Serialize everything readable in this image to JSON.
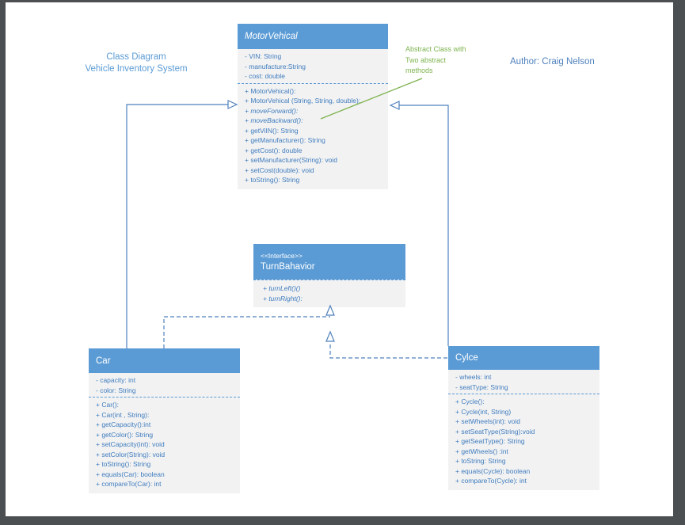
{
  "window": {
    "frame_color": "#4c4f52",
    "page_color": "#ffffff"
  },
  "colors": {
    "class_header_blue": "#5b9bd5",
    "class_body_gray": "#f2f2f2",
    "member_text_blue": "#3f7cbf",
    "connector_blue": "#4f81bd",
    "annotation_green": "#7db34e"
  },
  "heading": {
    "line1": "Class Diagram",
    "line2": "Vehicle Inventory System"
  },
  "author": "Author:  Craig Nelson",
  "annotation": {
    "text": "Abstract Class with Two abstract methods"
  },
  "classes": {
    "motor": {
      "name": "MotorVehical",
      "attributes": [
        "- VIN: String",
        "- manufacture:String",
        "- cost: double"
      ],
      "methods": [
        "+ MotorVehical():",
        "+ MotorVehical (String, String, double):",
        "+ moveForward():",
        "+ moveBackward():",
        "+ getViIN(): String",
        "+ getManufacturer(): String",
        "+ getCost(): double",
        "+ setManufacturer(String): void",
        "+ setCost(double): void",
        "+ toString(): String"
      ]
    },
    "turn": {
      "stereotype": "<<Interface>>",
      "name": "TurnBahavior",
      "methods": [
        "+ turnLeft()()",
        "+ turnRight():"
      ]
    },
    "car": {
      "name": "Car",
      "attributes": [
        "- capacity: int",
        "- color: String"
      ],
      "methods": [
        "+ Car():",
        "+ Car(int , String):",
        "+ getCapacity():int",
        "+ getColor(): String",
        "+ setCapacity(int): void",
        "+ setColor(String): void",
        "+ toString(): String",
        "+ equals(Car): boolean",
        "+ compareTo(Car): int"
      ]
    },
    "cycle": {
      "name": "Cylce",
      "attributes": [
        "- wheels: int",
        "- seatType: String"
      ],
      "methods": [
        "+ Cycle():",
        "+ Cycle(int, String)",
        "+ setWheels(int): void",
        "+ setSeatType(String):void",
        "+ getSeatType(): String",
        "+ getWheels() :int",
        "+ toString: String",
        "+ equals(Cycle): boolean",
        "+ compareTo(Cycle): int"
      ]
    }
  }
}
